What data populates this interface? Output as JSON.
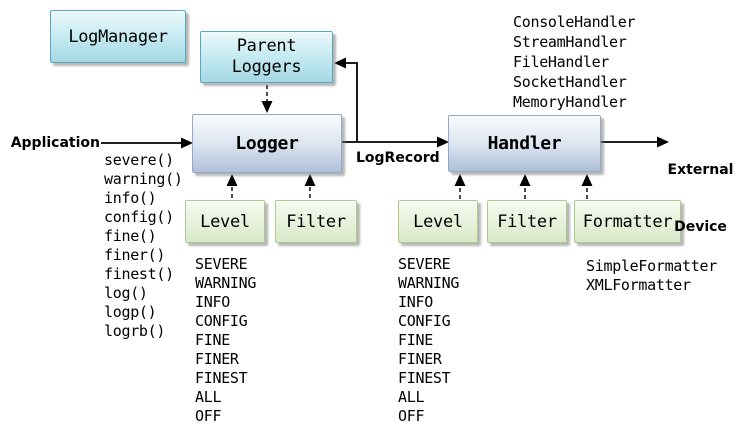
{
  "colors": {
    "teal-top": "#ecf8fb",
    "teal-bottom": "#a4d8e4",
    "teal-border": "#57a8bd",
    "blue-top": "#f8fbfd",
    "blue-bottom": "#aec0da",
    "blue-border": "#93a9c7",
    "green-top": "#f5faf0",
    "green-bottom": "#d9e9c8",
    "green-border": "#adc98c",
    "line": "#000000"
  },
  "boxes": {
    "log_manager": {
      "label": "LogManager"
    },
    "parent_loggers": {
      "line1": "Parent",
      "line2": "Loggers"
    },
    "logger": {
      "label": "Logger"
    },
    "handler": {
      "label": "Handler"
    },
    "logger_level": {
      "label": "Level"
    },
    "logger_filter": {
      "label": "Filter"
    },
    "handler_level": {
      "label": "Level"
    },
    "handler_filter": {
      "label": "Filter"
    },
    "handler_formatter": {
      "label": "Formatter"
    }
  },
  "labels": {
    "application": "Application",
    "log_record": "LogRecord",
    "external_device_line1": "External",
    "external_device_line2": "Device"
  },
  "lists": {
    "handler_types": [
      "ConsoleHandler",
      "StreamHandler",
      "FileHandler",
      "SocketHandler",
      "MemoryHandler"
    ],
    "logger_methods": [
      "severe()",
      "warning()",
      "info()",
      "config()",
      "fine()",
      "finer()",
      "finest()",
      "log()",
      "logp()",
      "logrb()"
    ],
    "logger_levels": [
      "SEVERE",
      "WARNING",
      "INFO",
      "CONFIG",
      "FINE",
      "FINER",
      "FINEST",
      "ALL",
      "OFF"
    ],
    "handler_levels": [
      "SEVERE",
      "WARNING",
      "INFO",
      "CONFIG",
      "FINE",
      "FINER",
      "FINEST",
      "ALL",
      "OFF"
    ],
    "formatter_types": [
      "SimpleFormatter",
      "XMLFormatter"
    ]
  }
}
